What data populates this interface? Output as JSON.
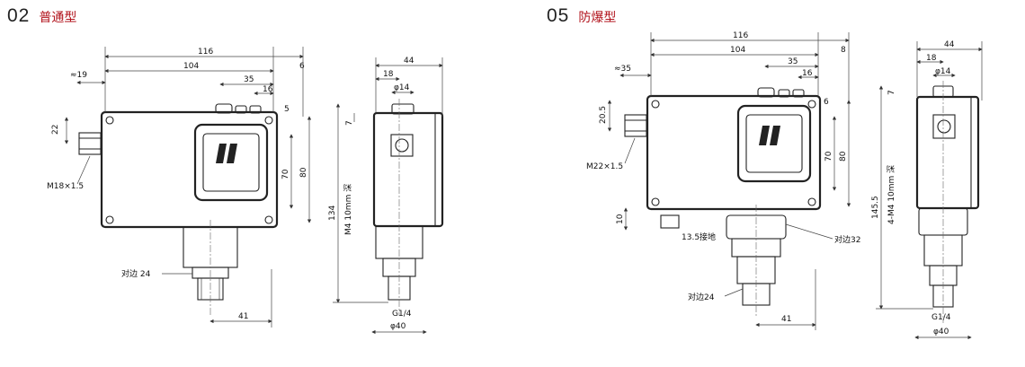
{
  "header_left": {
    "number": "02",
    "title": "普通型"
  },
  "header_right": {
    "number": "05",
    "title": "防爆型"
  },
  "left_front": {
    "dims": {
      "w116": "116",
      "w104": "104",
      "d6": "6",
      "d19": "≈19",
      "d35": "35",
      "d16": "16",
      "d5": "5",
      "d22": "22",
      "d70": "70",
      "d80": "80",
      "d41": "41"
    },
    "labels": {
      "thread": "M18×1.5",
      "hex": "对边 24"
    }
  },
  "left_side": {
    "dims": {
      "d44": "44",
      "d18": "18",
      "phi14": "φ14",
      "d7": "7",
      "d134": "134",
      "phi40": "φ40"
    },
    "labels": {
      "screw": "M4 10mm 深",
      "g14": "G1/4"
    }
  },
  "right_front": {
    "dims": {
      "w116": "116",
      "w104": "104",
      "d8": "8",
      "d35b": "≈35",
      "d35": "35",
      "d16": "16",
      "d6": "6",
      "d205": "20.5",
      "d70": "70",
      "d80": "80",
      "d10": "10",
      "d41": "41"
    },
    "labels": {
      "thread": "M22×1.5",
      "ground": "13.5接地",
      "hex32": "对边32",
      "hex24": "对边24"
    }
  },
  "right_side": {
    "dims": {
      "d44": "44",
      "d18": "18",
      "phi14": "φ14",
      "d7": "7",
      "d1455": "145.5",
      "phi40": "φ40"
    },
    "labels": {
      "screw": "4-M4 10mm 深",
      "g14": "G1/4"
    }
  }
}
